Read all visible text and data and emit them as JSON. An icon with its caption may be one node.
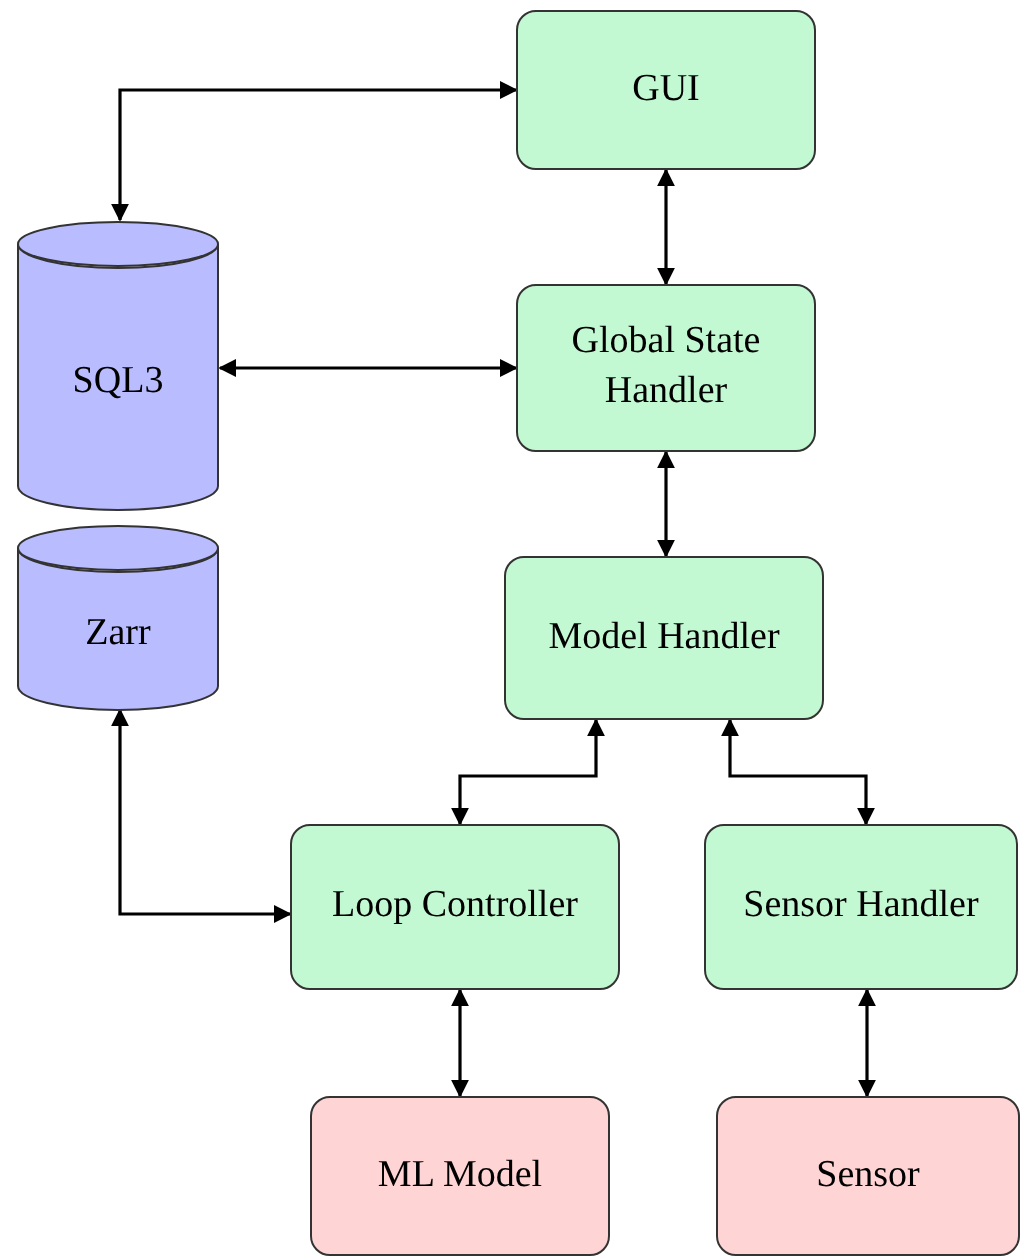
{
  "diagram": {
    "nodes": [
      {
        "text": [
          "GUI"
        ]
      },
      {
        "text": [
          "SQL3"
        ]
      },
      {
        "text": [
          "Global State Handler"
        ]
      },
      {
        "text": [
          "Zarr"
        ]
      },
      {
        "text": [
          "Model Handler"
        ]
      },
      {
        "text": [
          "Loop Controller"
        ]
      },
      {
        "text": [
          "Sensor Handler"
        ]
      },
      {
        "text": [
          "ML Model"
        ]
      },
      {
        "text": [
          "Sensor"
        ]
      }
    ],
    "edges": [
      {
        "from": 0,
        "to": 1,
        "arrow": "both"
      },
      {
        "from": 0,
        "to": 2,
        "arrow": "both"
      },
      {
        "from": 1,
        "to": 2,
        "arrow": "both"
      },
      {
        "from": 2,
        "to": 4,
        "arrow": "both"
      },
      {
        "from": 4,
        "to": 5,
        "arrow": "both"
      },
      {
        "from": 4,
        "to": 6,
        "arrow": "both"
      },
      {
        "from": 3,
        "to": 5,
        "arrow": "both"
      },
      {
        "from": 5,
        "to": 7,
        "arrow": "both"
      },
      {
        "from": 6,
        "to": 8,
        "arrow": "both"
      }
    ]
  }
}
